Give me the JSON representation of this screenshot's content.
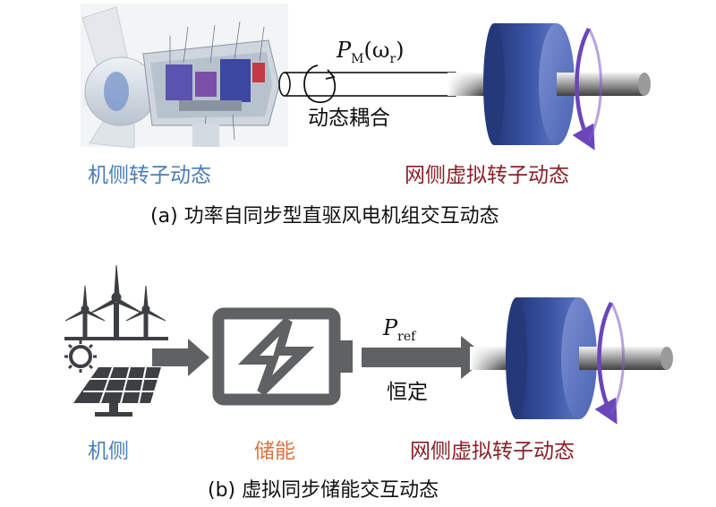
{
  "panel_a": {
    "coupling_symbol": "P",
    "coupling_subscript": "M",
    "coupling_argument": "(ω",
    "coupling_argument_subscript": "r",
    "coupling_close": ")",
    "coupling_label": "动态耦合",
    "left_label": "机侧转子动态",
    "right_label": "网侧虚拟转子动态",
    "caption": "(a) 功率自同步型直驱风电机组交互动态"
  },
  "panel_b": {
    "reference_symbol": "P",
    "reference_subscript": "ref",
    "reference_label": "恒定",
    "left_label": "机侧",
    "middle_label": "储能",
    "right_label": "网侧虚拟转子动态",
    "caption": "(b) 虚拟同步储能交互动态"
  },
  "colors": {
    "machine_side": "#4a7eb5",
    "grid_side": "#8b1f28",
    "storage": "#d9733f",
    "rotor": "#3a55a5",
    "arrow": "#5f6163"
  }
}
